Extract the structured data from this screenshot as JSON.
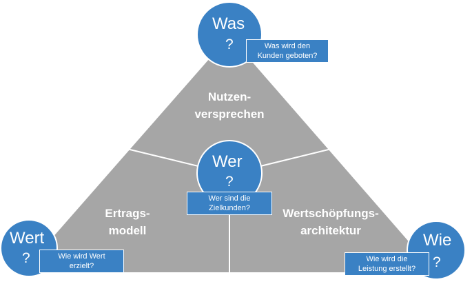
{
  "colors": {
    "triangle": "#a6a6a6",
    "divider": "#ffffff",
    "node": "#3a81c4",
    "text": "#ffffff"
  },
  "segments": {
    "top": "Nutzen-\nversprechen",
    "left": "Ertrags-\nmodell",
    "right": "Wertschöpfungs-\narchitektur"
  },
  "nodes": {
    "was": {
      "word": "Was",
      "mark": "?",
      "callout": "Was wird den\nKunden geboten?"
    },
    "wer": {
      "word": "Wer",
      "mark": "?",
      "callout": "Wer sind die\nZielkunden?"
    },
    "wert": {
      "word": "Wert",
      "mark": "?",
      "callout": "Wie wird Wert\nerzielt?"
    },
    "wie": {
      "word": "Wie",
      "mark": "?",
      "callout": "Wie wird die\nLeistung erstellt?"
    }
  }
}
